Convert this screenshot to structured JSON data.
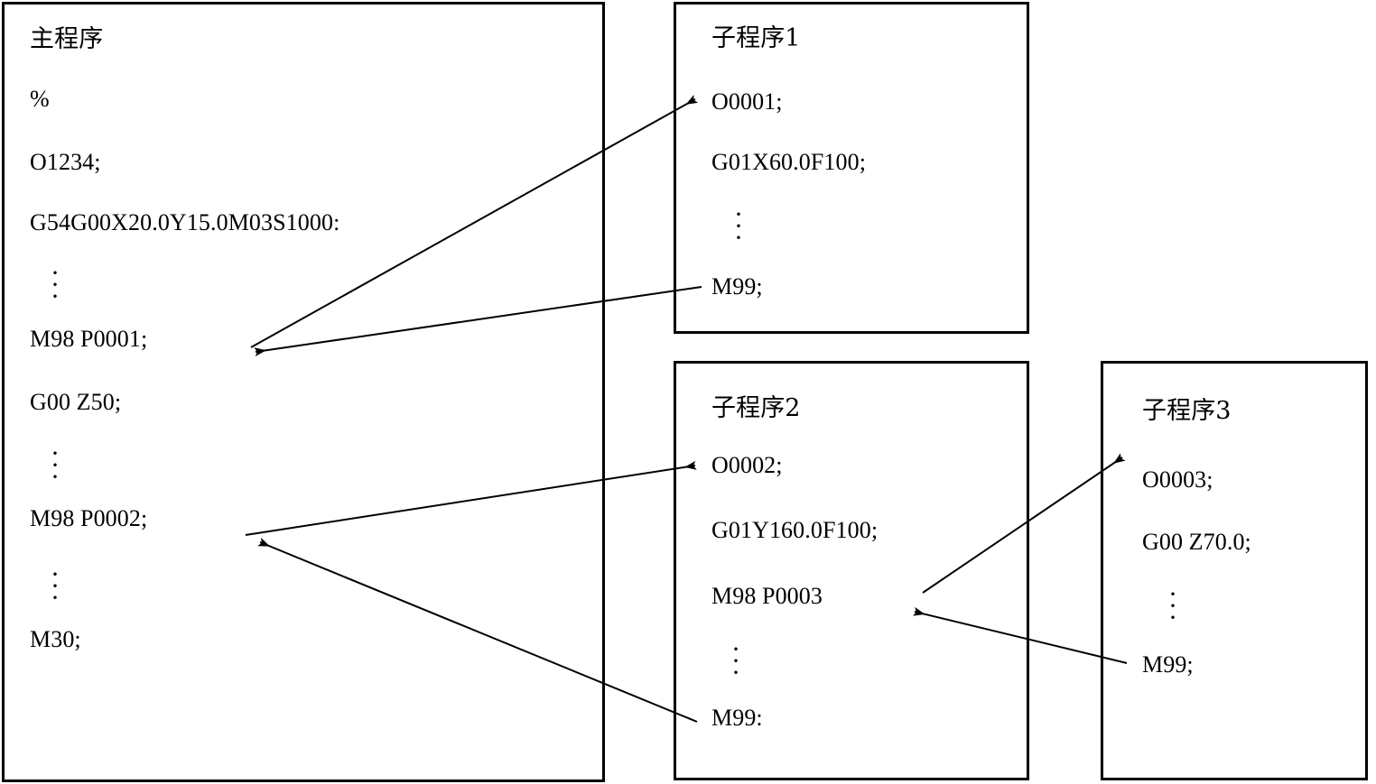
{
  "diagram": {
    "title_semantic": "cnc-subprogram-call-structure",
    "stroke_color": "#000000",
    "background": "#ffffff"
  },
  "main_program": {
    "heading": "主程序",
    "lines": [
      "%",
      "O1234;",
      "G54G00X20.0Y15.0M03S1000:",
      "M98 P0001;",
      "G00 Z50;",
      "M98 P0002;",
      "M30;"
    ],
    "ellipsis": "⋮"
  },
  "sub1": {
    "heading": "子程序1",
    "lines": [
      "O0001;",
      "G01X60.0F100;",
      "M99;"
    ],
    "ellipsis": "⋮"
  },
  "sub2": {
    "heading": "子程序2",
    "lines": [
      "O0002;",
      "G01Y160.0F100;",
      "M98 P0003",
      "M99:"
    ],
    "ellipsis": "⋮"
  },
  "sub3": {
    "heading": "子程序3",
    "lines": [
      "O0003;",
      "G00 Z70.0;",
      "M99;"
    ],
    "ellipsis": "⋮"
  },
  "arrows": [
    {
      "name": "call-sub1",
      "from": "main M98 P0001;",
      "to": "sub1 O0001;"
    },
    {
      "name": "return-sub1",
      "from": "sub1 M99;",
      "to": "main M98 P0001;"
    },
    {
      "name": "call-sub2",
      "from": "main M98 P0002;",
      "to": "sub2 O0002;"
    },
    {
      "name": "return-sub2",
      "from": "sub2 M99:",
      "to": "main M98 P0002;"
    },
    {
      "name": "call-sub3",
      "from": "sub2 M98 P0003",
      "to": "sub3 O0003;"
    },
    {
      "name": "return-sub3",
      "from": "sub3 M99;",
      "to": "sub2 M98 P0003"
    }
  ]
}
